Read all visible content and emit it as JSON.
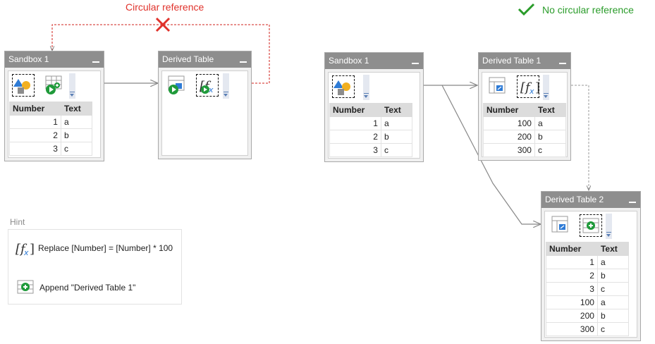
{
  "left": {
    "label": "Circular reference",
    "sandbox": {
      "title": "Sandbox 1",
      "headers": [
        "Number",
        "Text"
      ],
      "rows": [
        [
          "1",
          "a"
        ],
        [
          "2",
          "b"
        ],
        [
          "3",
          "c"
        ]
      ]
    },
    "derived": {
      "title": "Derived Table"
    }
  },
  "right": {
    "label": "No circular reference",
    "sandbox": {
      "title": "Sandbox 1",
      "headers": [
        "Number",
        "Text"
      ],
      "rows": [
        [
          "1",
          "a"
        ],
        [
          "2",
          "b"
        ],
        [
          "3",
          "c"
        ]
      ]
    },
    "derived1": {
      "title": "Derived Table 1",
      "headers": [
        "Number",
        "Text"
      ],
      "rows": [
        [
          "100",
          "a"
        ],
        [
          "200",
          "b"
        ],
        [
          "300",
          "c"
        ]
      ]
    },
    "derived2": {
      "title": "Derived Table 2",
      "headers": [
        "Number",
        "Text"
      ],
      "rows": [
        [
          "1",
          "a"
        ],
        [
          "2",
          "b"
        ],
        [
          "3",
          "c"
        ],
        [
          "100",
          "a"
        ],
        [
          "200",
          "b"
        ],
        [
          "300",
          "c"
        ]
      ]
    }
  },
  "hint": {
    "title": "Hint",
    "items": [
      {
        "icon": "formula-icon",
        "text": "Replace [Number] = [Number] * 100"
      },
      {
        "icon": "append-table-icon",
        "text": "Append \"Derived Table 1\""
      }
    ]
  },
  "colors": {
    "error": "#e0322b",
    "ok": "#2a9c2a",
    "header": "#8e8e8e",
    "arrow": "#888888"
  }
}
